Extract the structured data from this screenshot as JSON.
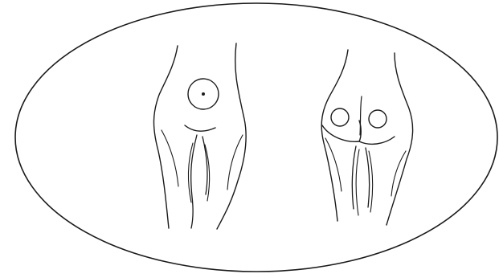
{
  "diagram": {
    "type": "line-illustration",
    "figures": [
      "front-view-hips-legs",
      "back-view-hips-legs"
    ],
    "marks": {
      "front": "single-circle-with-center-dot",
      "back": "two-circles"
    },
    "colors": {
      "stroke": "#1a1a1a",
      "background": "#ffffff"
    }
  }
}
